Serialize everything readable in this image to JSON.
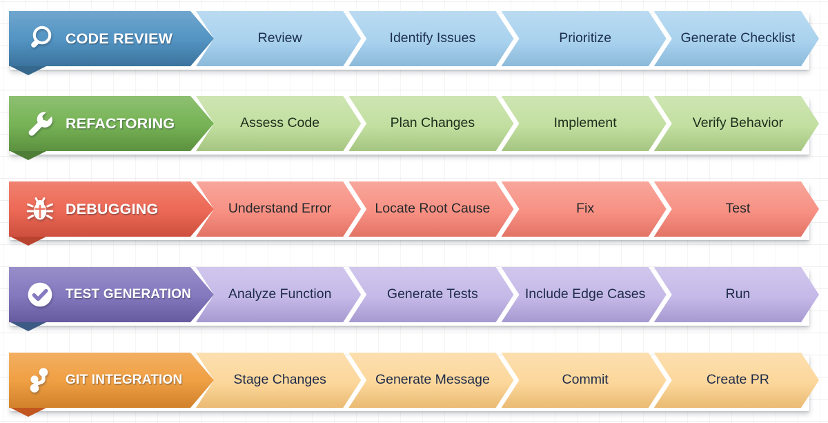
{
  "background": {
    "style": "graph-paper-grid",
    "page_color": "#ffffff",
    "grid_color": "#f0f0f0"
  },
  "rows": [
    {
      "id": "code-review",
      "icon": "magnifier-icon",
      "label": "CODE REVIEW",
      "banner_color": "#5495c4",
      "banner_color_dark": "#3f7ca9",
      "fold_color": "#36688e",
      "step_color": "#a9d2ee",
      "step_color_dark": "#93c4e6",
      "step_text_color": "#1c2f4e",
      "steps": [
        "Review",
        "Identify Issues",
        "Prioritize",
        "Generate Checklist"
      ]
    },
    {
      "id": "refactoring",
      "icon": "wrench-icon",
      "label": "REFACTORING",
      "banner_color": "#78b457",
      "banner_color_dark": "#639c44",
      "fold_color": "#4d7d36",
      "step_color": "#c2dfa0",
      "step_color_dark": "#aed088",
      "step_text_color": "#1d2e1b",
      "steps": [
        "Assess Code",
        "Plan Changes",
        "Implement",
        "Verify Behavior"
      ]
    },
    {
      "id": "debugging",
      "icon": "bug-icon",
      "label": "DEBUGGING",
      "banner_color": "#ed6a56",
      "banner_color_dark": "#dd5542",
      "fold_color": "#b8432f",
      "step_color": "#f79083",
      "step_color_dark": "#ef7a6b",
      "step_text_color": "#25292b",
      "steps": [
        "Understand Error",
        "Locate Root Cause",
        "Fix",
        "Test"
      ]
    },
    {
      "id": "test-generation",
      "icon": "check-circle-icon",
      "label": "TEST GENERATION",
      "banner_color": "#8579bf",
      "banner_color_dark": "#6e61ab",
      "fold_color": "#3c5a84",
      "step_color": "#c5b9e8",
      "step_color_dark": "#b0a2dc",
      "step_text_color": "#1e2b49",
      "steps": [
        "Analyze Function",
        "Generate Tests",
        "Include Edge Cases",
        "Run"
      ]
    },
    {
      "id": "git-integration",
      "icon": "git-branch-icon",
      "label": "GIT INTEGRATION",
      "banner_color": "#f0a044",
      "banner_color_dark": "#e08b2e",
      "fold_color": "#c1561f",
      "step_color": "#fcd79b",
      "step_color_dark": "#f7c579",
      "step_text_color": "#1e2b49",
      "steps": [
        "Stage Changes",
        "Generate Message",
        "Commit",
        "Create PR"
      ]
    }
  ]
}
